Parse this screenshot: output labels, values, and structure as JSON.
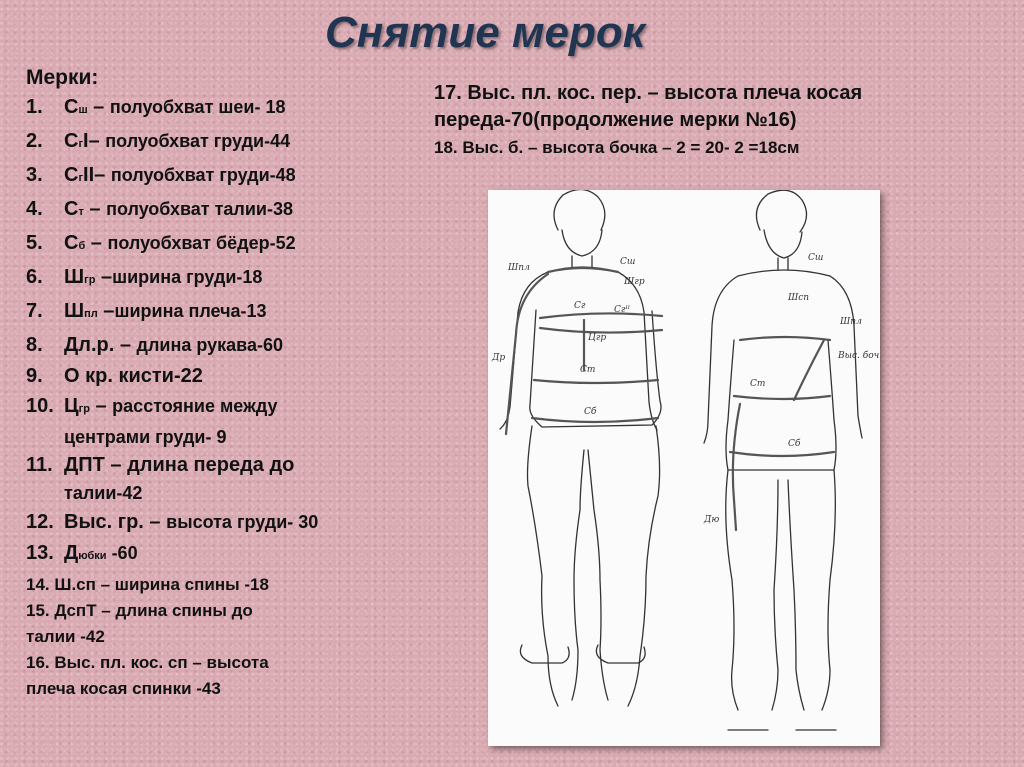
{
  "title": "Снятие мерок",
  "heading": "Мерки:",
  "measures": [
    {
      "num": "1.",
      "sym": "С",
      "sub": "ш",
      "sep": " – ",
      "desc": "полуобхват  шеи- 18"
    },
    {
      "num": "2.",
      "sym": "С",
      "sub": "г",
      "sym2": "I",
      "sep": "– ",
      "desc": "полуобхват  груди-44"
    },
    {
      "num": "3.",
      "sym": "С",
      "sub": "г",
      "sym2": "II",
      "sep": "– ",
      "desc": "полуобхват  груди-48"
    },
    {
      "num": "4.",
      "sym": "С",
      "sub": "т",
      "sep": " – ",
      "desc": "полуобхват  талии-38"
    },
    {
      "num": "5.",
      "sym": "С",
      "sub": "б",
      "sep": " – ",
      "desc": "полуобхват  бёдер-52"
    },
    {
      "num": "6.",
      "sym": "Ш",
      "sub": "гр",
      "sep": " –",
      "desc": "ширина  груди-18"
    },
    {
      "num": "7.",
      "sym": "Ш",
      "sub": "пл",
      "sep": " –",
      "desc": "ширина  плеча-13"
    },
    {
      "num": "8.",
      "sym": "Дл.р.",
      "sub": "",
      "sep": " – ",
      "desc": "длина  рукава-60"
    },
    {
      "num": "9.",
      "sym": "О кр. кисти-22",
      "sub": "",
      "sep": "",
      "desc": ""
    },
    {
      "num": "10.",
      "sym": "Ц",
      "sub": "гр",
      "sep": " – ",
      "desc": "расстояние  между",
      "line2": "центрами  груди- 9"
    },
    {
      "num": "11.",
      "sym": "ДПТ – длина  переда до",
      "sub": "",
      "sep": "",
      "desc": "",
      "line2": "талии-42"
    },
    {
      "num": "12.",
      "sym": "Выс. гр.",
      "sub": "",
      "sep": " – ",
      "desc": "высота  груди- 30"
    },
    {
      "num": "13.",
      "sym": " Д",
      "sub": "юбки",
      "sep": "",
      "desc": " -60"
    }
  ],
  "small_items": [
    "14. Ш.сп – ширина  спины -18",
    "15. ДспТ – длина  спины  до",
    "талии -42",
    "16. Выс. пл. кос. сп – высота",
    "плеча  косая  спинки -43"
  ],
  "right_items": [
    "17. Выс. пл. кос. пер. – высота  плеча  косая",
    "переда-70(продолжение мерки №16)",
    "18. Выс. б. – высота  бочка – 2 = 20- 2 =18см"
  ],
  "figure_labels": {
    "front": {
      "shoulder": "Шпл",
      "chest_width": "Шгр",
      "neck": "Сш",
      "chest1": "Сг",
      "chest2": "Сгᴵᴵ",
      "center": "Цгр",
      "waist": "Ст",
      "hips": "Сб",
      "front_len": "Др"
    },
    "back": {
      "neck": "Сш",
      "back_width": "Шсп",
      "shoulder": "Шпл",
      "side": "Выс. бочка",
      "waist": "Ст",
      "hips": "Сб",
      "skirt": "Дю"
    }
  }
}
